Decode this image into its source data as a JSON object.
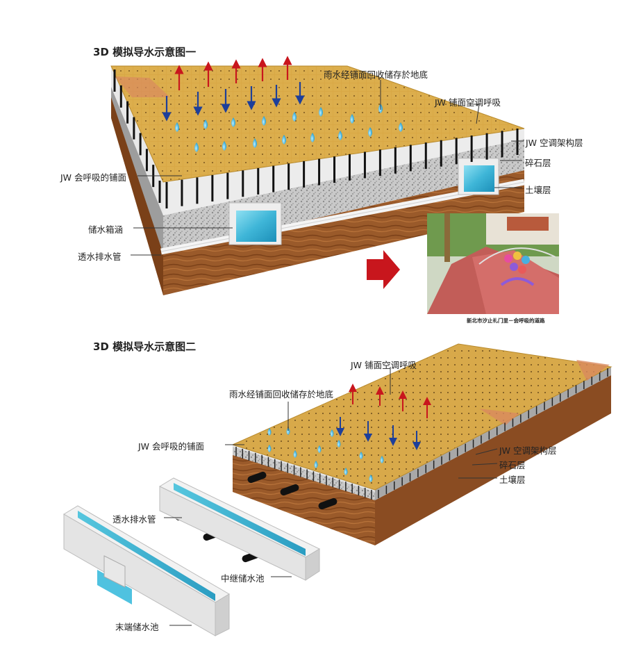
{
  "diagram1": {
    "title": "3D 模拟导水示意图一",
    "labels": {
      "rain_storage": "雨水经铺面回收储存於地底",
      "air_breathing": "JW 铺面空调呼吸",
      "frame_layer": "JW 空调架构层",
      "gravel_layer": "碎石层",
      "soil_layer": "土壤层",
      "breathing_paving": "JW 会呼吸的铺面",
      "storage_box": "储水箱涵",
      "drain_pipe": "透水排水管"
    },
    "photo_caption": "新北市汐止礼门里－会呼吸的道路"
  },
  "diagram2": {
    "title": "3D 模拟导水示意图二",
    "labels": {
      "air_breathing": "JW 铺面空调呼吸",
      "rain_storage": "雨水经铺面回收储存於地底",
      "breathing_paving": "JW 会呼吸的铺面",
      "frame_layer": "JW 空调架构层",
      "gravel_layer": "碎石层",
      "soil_layer": "土壤层",
      "drain_pipe": "透水排水管",
      "relay_pool": "中继储水池",
      "end_pool": "末端储水池"
    }
  },
  "colors": {
    "paving": "#d9a845",
    "soil": "#9a5a2a",
    "gravel": "#bfbfbf",
    "water": "#3fb6d8",
    "arrow_up": "#c8161d",
    "arrow_down": "#1d3f9a",
    "big_arrow": "#c8161d"
  }
}
